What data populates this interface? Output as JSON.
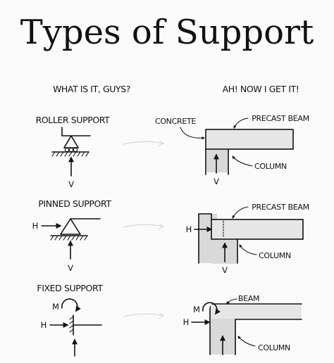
{
  "title": "Types of Support",
  "columns": {
    "left_header": "WHAT IS IT, GUYS?",
    "right_header": "AH! NOW I GET IT!"
  },
  "roller": {
    "label": "ROLLER SUPPORT",
    "v": "V",
    "callouts": {
      "concrete": "CONCRETE",
      "beam": "PRECAST BEAM",
      "column": "COLUMN"
    },
    "v_right": "V"
  },
  "pinned": {
    "label": "PINNED SUPPORT",
    "h": "H",
    "v": "V",
    "callouts": {
      "beam": "PRECAST BEAM",
      "column": "COLUMN"
    },
    "h_right": "H",
    "v_right": "V"
  },
  "fixed": {
    "label": "FIXED SUPPORT",
    "m": "M",
    "h": "H",
    "callouts": {
      "beam": "BEAM",
      "column": "COLUMN"
    },
    "m_right": "M",
    "h_right": "H"
  }
}
